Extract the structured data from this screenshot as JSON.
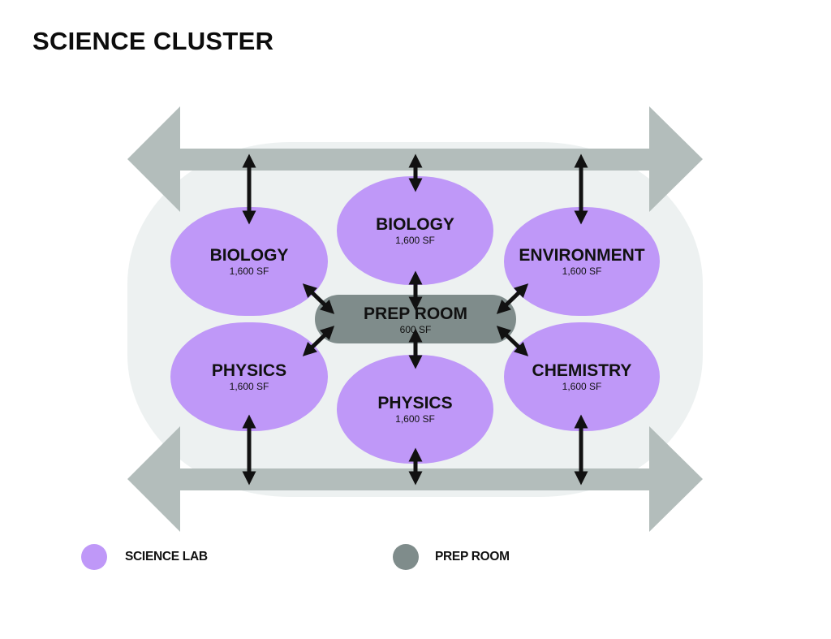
{
  "title": "SCIENCE CLUSTER",
  "colors": {
    "science_lab": "#bf98f8",
    "prep_room": "#7f8c8b",
    "circulation_arrow": "#b3bdbb",
    "cluster_background": "#edf1f1",
    "connector": "#111111"
  },
  "labs": [
    {
      "id": "biology-left",
      "name": "BIOLOGY",
      "area": "1,600 SF",
      "type": "science_lab"
    },
    {
      "id": "biology-center",
      "name": "BIOLOGY",
      "area": "1,600 SF",
      "type": "science_lab"
    },
    {
      "id": "environment",
      "name": "ENVIRONMENT",
      "area": "1,600 SF",
      "type": "science_lab"
    },
    {
      "id": "physics-left",
      "name": "PHYSICS",
      "area": "1,600 SF",
      "type": "science_lab"
    },
    {
      "id": "physics-center",
      "name": "PHYSICS",
      "area": "1,600 SF",
      "type": "science_lab"
    },
    {
      "id": "chemistry",
      "name": "CHEMISTRY",
      "area": "1,600 SF",
      "type": "science_lab"
    }
  ],
  "prep_room": {
    "name": "PREP ROOM",
    "area": "600 SF",
    "type": "prep_room"
  },
  "connections": [
    {
      "from": "circulation-top",
      "to": "biology-left"
    },
    {
      "from": "circulation-top",
      "to": "biology-center"
    },
    {
      "from": "circulation-top",
      "to": "environment"
    },
    {
      "from": "circulation-bottom",
      "to": "physics-left"
    },
    {
      "from": "circulation-bottom",
      "to": "physics-center"
    },
    {
      "from": "circulation-bottom",
      "to": "chemistry"
    },
    {
      "from": "prep-room",
      "to": "biology-left"
    },
    {
      "from": "prep-room",
      "to": "biology-center"
    },
    {
      "from": "prep-room",
      "to": "environment"
    },
    {
      "from": "prep-room",
      "to": "physics-left"
    },
    {
      "from": "prep-room",
      "to": "physics-center"
    },
    {
      "from": "prep-room",
      "to": "chemistry"
    }
  ],
  "legend": [
    {
      "label": "SCIENCE LAB",
      "type": "science_lab"
    },
    {
      "label": "PREP ROOM",
      "type": "prep_room"
    }
  ]
}
